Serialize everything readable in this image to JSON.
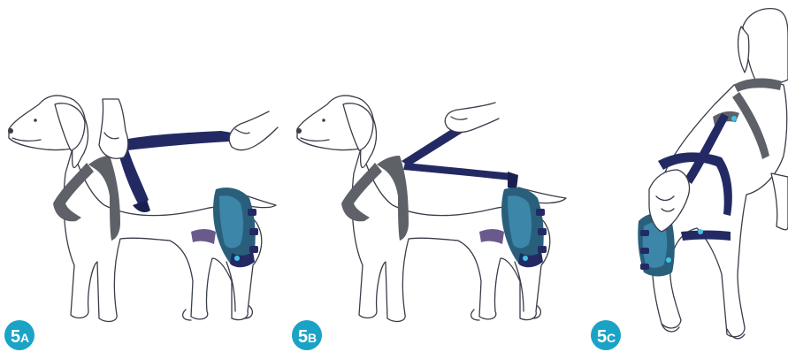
{
  "panels": [
    {
      "id": "5A",
      "number": "5",
      "letter": "A"
    },
    {
      "id": "5B",
      "number": "5",
      "letter": "B"
    },
    {
      "id": "5C",
      "number": "5",
      "letter": "C"
    }
  ],
  "colors": {
    "badge": "#1ba3c6",
    "harness": "#5f6168",
    "strap": "#232a63",
    "brace": "#2a5f7c",
    "brace_light": "#3c86a9",
    "thigh_band": "#6a5a8c",
    "outline": "#3a3d4a",
    "accent": "#3fc3e6"
  }
}
